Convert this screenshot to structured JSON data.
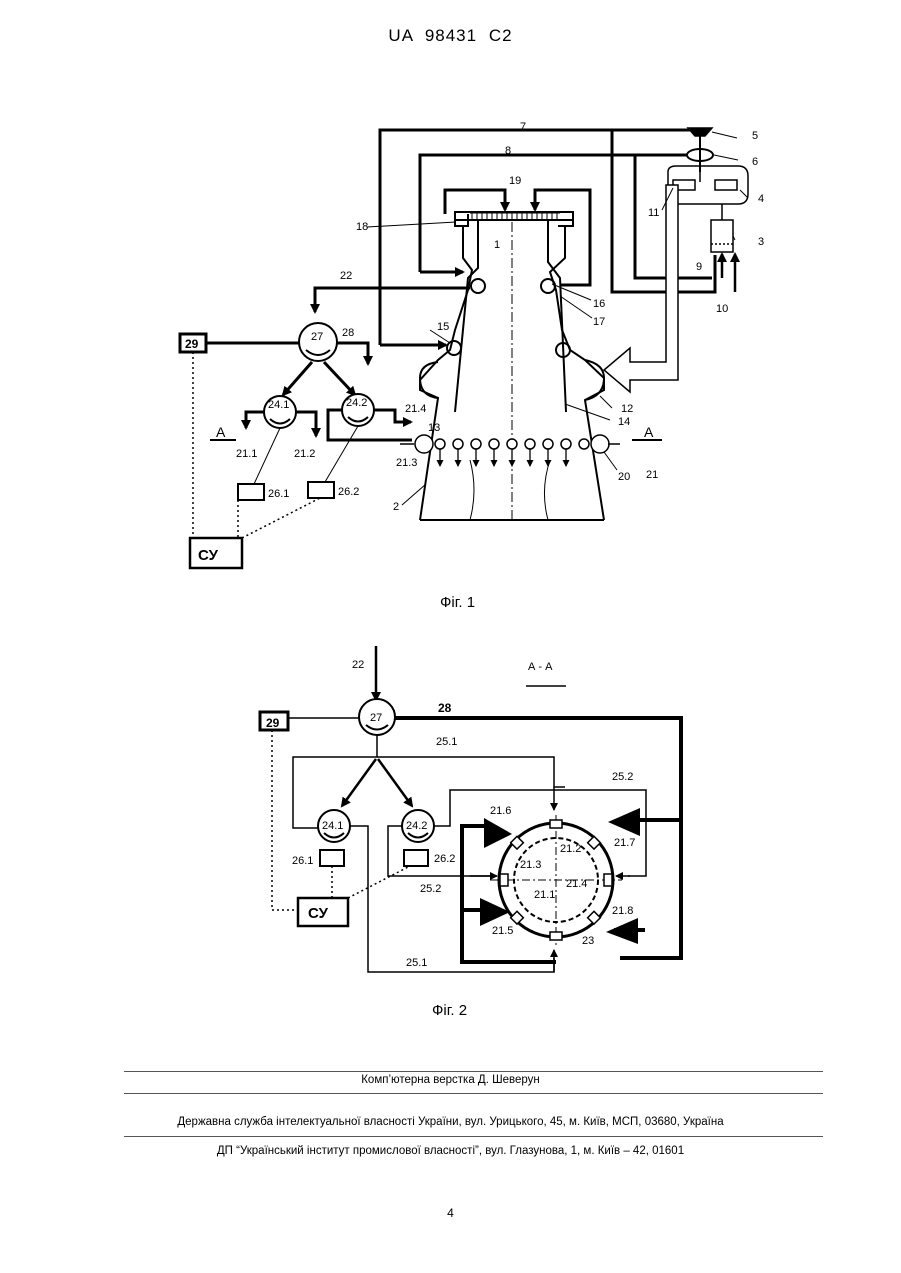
{
  "header": "UA   98431   C2",
  "fig1": {
    "caption": "Фіг. 1",
    "labels": {
      "l1": "1",
      "l2": "2",
      "l3": "3",
      "l4": "4",
      "l5": "5",
      "l6": "6",
      "l7": "7",
      "l8": "8",
      "l9": "9",
      "l10": "10",
      "l11": "11",
      "l12": "12",
      "l13": "13",
      "l14": "14",
      "l15": "15",
      "l16": "16",
      "l17": "17",
      "l18": "18",
      "l19": "19",
      "l20": "20",
      "l21": "21",
      "l22": "22",
      "l27": "27",
      "l28": "28",
      "l29": "29",
      "l24_1": "24.1",
      "l24_2": "24.2",
      "l21_1": "21.1",
      "l21_2": "21.2",
      "l21_3": "21.3",
      "l21_4": "21.4",
      "l26_1": "26.1",
      "l26_2": "26.2",
      "su": "СУ",
      "sec_a_left": "А",
      "sec_a_right": "А"
    }
  },
  "fig2": {
    "caption": "Фіг. 2",
    "section_title": "А - А",
    "labels": {
      "l22": "22",
      "l27": "27",
      "l28": "28",
      "l29": "29",
      "l25_1_top": "25.1",
      "l25_1_bottom": "25.1",
      "l25_2_top": "25.2",
      "l25_2_mid": "25.2",
      "l24_1": "24.1",
      "l24_2": "24.2",
      "l26_1": "26.1",
      "l26_2": "26.2",
      "su": "СУ",
      "l21_1": "21.1",
      "l21_2": "21.2",
      "l21_3": "21.3",
      "l21_4": "21.4",
      "l21_5": "21.5",
      "l21_6": "21.6",
      "l21_7": "21.7",
      "l21_8": "21.8",
      "l23": "23"
    }
  },
  "footer": {
    "line1": "Комп’ютерна верстка Д. Шеверун",
    "line2": "Державна служба інтелектуальної власності України, вул. Урицького, 45, м. Київ, МСП, 03680, Україна",
    "line3": "ДП “Український інститут промислової власності”, вул. Глазунова, 1, м. Київ – 42, 01601"
  },
  "page_number": "4"
}
